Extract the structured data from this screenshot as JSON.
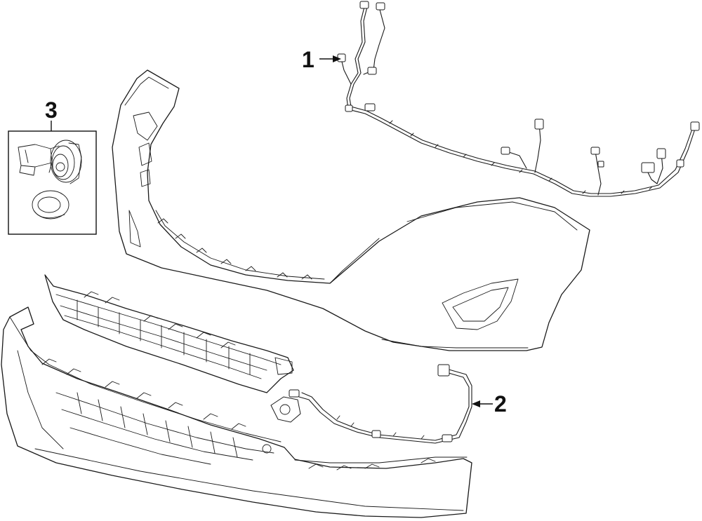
{
  "callouts": [
    {
      "id": "1",
      "label": "1"
    },
    {
      "id": "2",
      "label": "2"
    },
    {
      "id": "3",
      "label": "3"
    }
  ],
  "parts": [
    {
      "callout": "1",
      "name": "parking-sensor-wire-harness-upper"
    },
    {
      "callout": "2",
      "name": "parking-sensor-wire-harness-lower"
    },
    {
      "callout": "3",
      "name": "parking-sensor-with-retainer"
    }
  ]
}
